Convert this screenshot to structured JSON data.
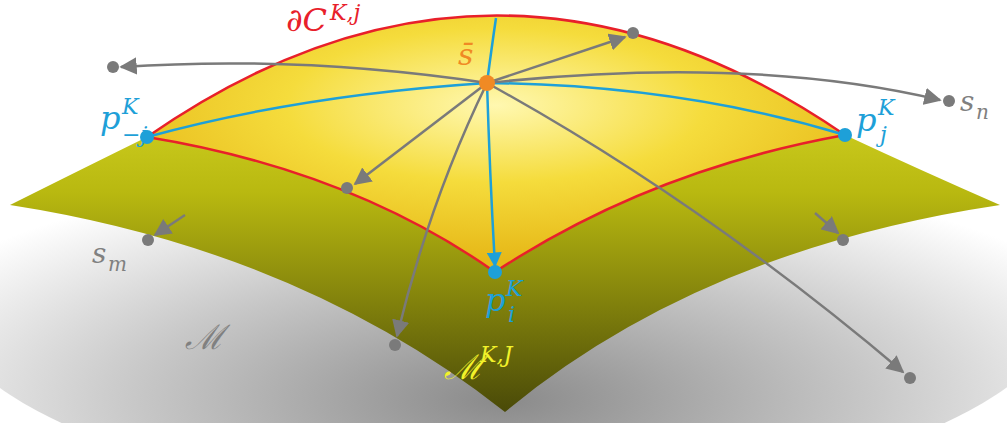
{
  "diagram": {
    "labels": [
      "∂C",
      "K,j",
      "s̄",
      "p",
      "K",
      "−j",
      "p",
      "K",
      "j",
      "p",
      "K",
      "i",
      "s",
      "n",
      "s",
      "m",
      "ℳ",
      "ℳ",
      "K,J"
    ]
  }
}
